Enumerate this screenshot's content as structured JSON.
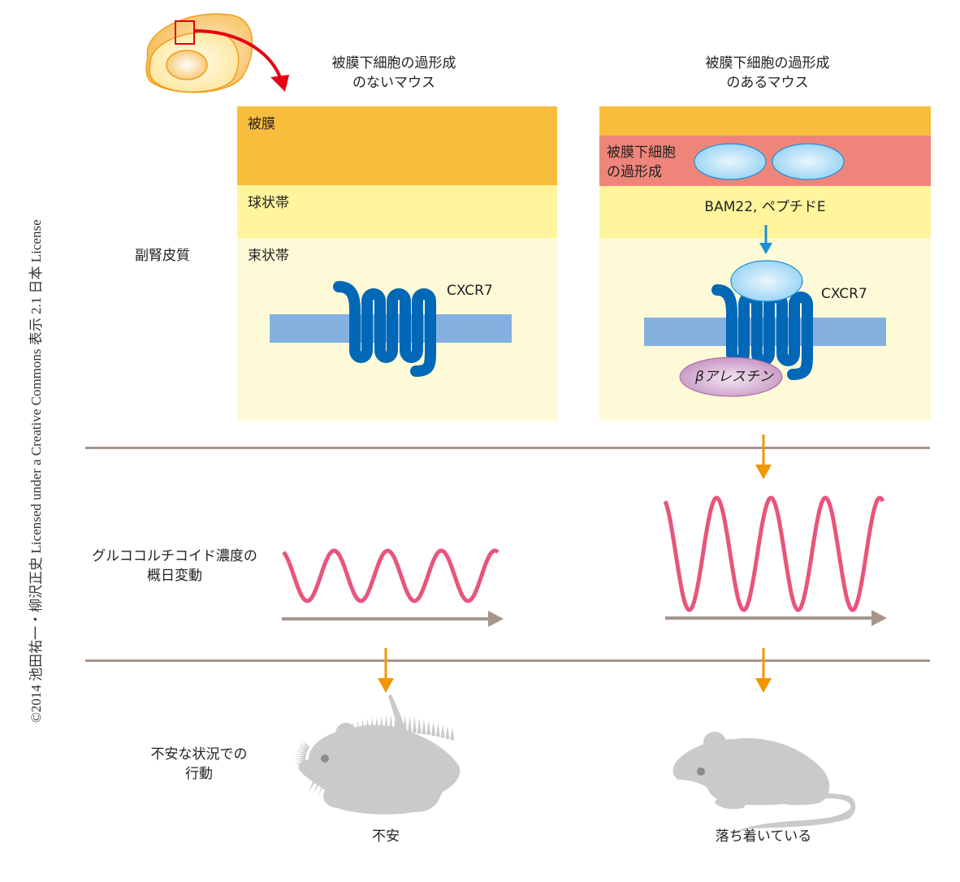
{
  "credit": "©2014 池田祐一・柳沢正史 Licensed under a Creative Commons 表示 2.1 日本 License",
  "columns": {
    "left_title": [
      "被膜下細胞の過形成",
      "のないマウス"
    ],
    "right_title": [
      "被膜下細胞の過形成",
      "のあるマウス"
    ]
  },
  "row_labels": {
    "adrenal_cortex": "副腎皮質",
    "glucocorticoid": [
      "グルココルチコイド濃度の",
      "概日変動"
    ],
    "behavior": [
      "不安な状況での",
      "行動"
    ]
  },
  "left_panel": {
    "capsule_label": "被膜",
    "zona_glomerulosa_label": "球状帯",
    "zona_fasciculata_label": "束状帯",
    "receptor_label": "CXCR7"
  },
  "right_panel": {
    "hyperplasia_label": [
      "被膜下細胞",
      "の過形成"
    ],
    "ligand_label": "BAM22, ペプチドE",
    "receptor_label": "CXCR7",
    "arrestin_label": "βアレスチン"
  },
  "outcomes": {
    "left": "不安",
    "right": "落ち着いている"
  },
  "rhythm": {
    "left_amplitude": "low",
    "right_amplitude": "high",
    "cycles": 4
  },
  "colors": {
    "capsule": "#f7bd3c",
    "zona_glomerulosa": "#fef59c",
    "zona_fasciculata": "#fefad8",
    "hyperplasia": "#ef857a",
    "membrane": "#85b1e0",
    "receptor": "#0068b7",
    "wave": "#e8557a",
    "time_arrow": "#a5958d",
    "orange_arrow": "#f29600",
    "blue_arrow": "#1e8fd8",
    "red_arrow": "#e60012",
    "mouse": "#c9caca"
  }
}
